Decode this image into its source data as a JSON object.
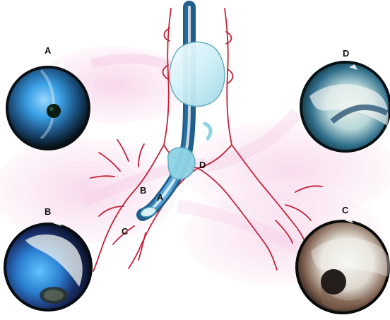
{
  "figure": {
    "labels": {
      "view_a": "A",
      "view_b": "B",
      "view_c": "C",
      "view_d": "D",
      "diagram_a": "A",
      "diagram_b": "B",
      "diagram_c": "C",
      "diagram_d": "D"
    },
    "colors": {
      "airway_outline": "#c2233a",
      "tube_blue": "#3d8fc3",
      "balloon_fill": "#d9f2f7",
      "blocker_cuff": "#8fd3e6",
      "pink_glow": "#f6cfe7",
      "scope_blue": "#4da7e0",
      "scope_dark": "#0d1822"
    }
  }
}
